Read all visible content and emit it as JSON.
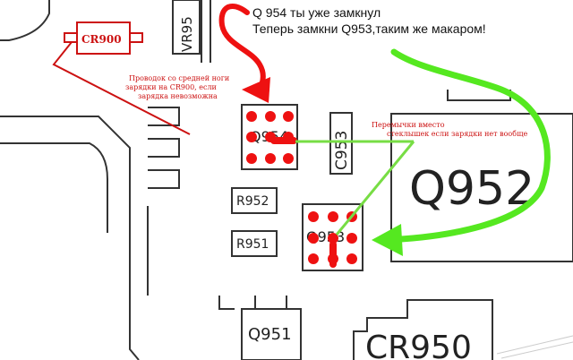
{
  "annotation": {
    "line1": "Q 954 ты уже замкнул",
    "line2": "Теперь замкни Q953,таким же макаром!"
  },
  "notes": {
    "cr900_left": [
      "Проводок со средней ноги",
      "зарядки на CR900, если",
      "зарядка невозможна"
    ],
    "jumpers": [
      "Перемычки вместо",
      "стеклышек если зарядки нет вообще"
    ]
  },
  "labels": {
    "cr900": "CR900",
    "vr95": "VR95",
    "q954": "Q954",
    "c953": "C953",
    "q952": "Q952",
    "r952": "R952",
    "r951": "R951",
    "q953": "Q953",
    "q951": "Q951",
    "cr950": "CR950"
  },
  "colors": {
    "red": "#ee1111",
    "green": "#55e820",
    "outline": "#333333",
    "silk_red": "#cc1111"
  }
}
